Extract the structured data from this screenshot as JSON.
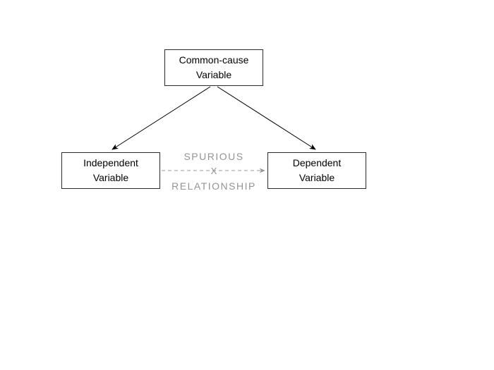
{
  "diagram": {
    "nodes": {
      "common_cause": {
        "label": "Common-cause\nVariable"
      },
      "independent": {
        "label": "Independent\nVariable"
      },
      "dependent": {
        "label": "Dependent\nVariable"
      }
    },
    "spurious": {
      "top_label": "SPURIOUS",
      "cross_mark": "X",
      "bottom_label": "RELATIONSHIP"
    },
    "colors": {
      "box_border": "#2b2b2b",
      "box_fill": "#ffffff",
      "node_text": "#000000",
      "causal_arrow": "#000000",
      "spurious_gray": "#949494",
      "background": "#ffffff"
    }
  }
}
